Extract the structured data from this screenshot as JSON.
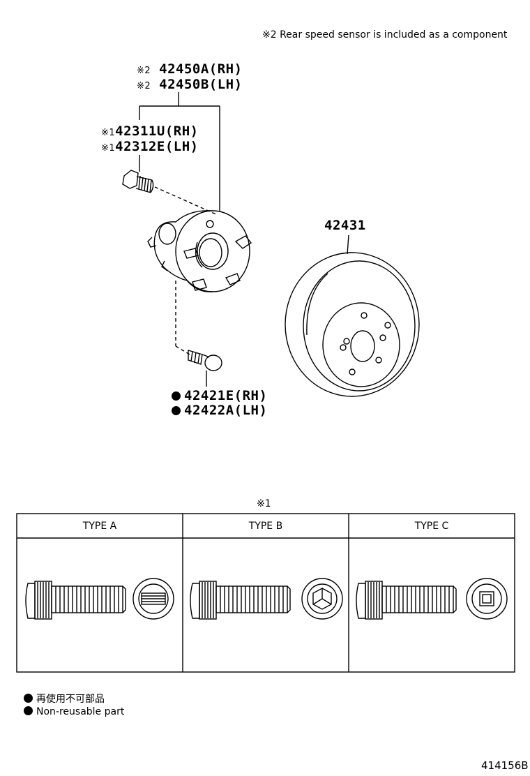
{
  "note": "※2 Rear speed sensor is included as a component",
  "hub_assembly": {
    "mark": "※2",
    "parts": [
      {
        "number": "42450A",
        "side": "(RH)"
      },
      {
        "number": "42450B",
        "side": "(LH)"
      }
    ]
  },
  "hub_bolt": {
    "mark": "※1",
    "parts": [
      {
        "number": "42311U",
        "side": "(RH)"
      },
      {
        "number": "42312E",
        "side": "(LH)"
      }
    ]
  },
  "disc": {
    "number": "42431"
  },
  "mounting_bolt": {
    "parts": [
      {
        "number": "42421E",
        "side": "(RH)"
      },
      {
        "number": "42422A",
        "side": "(LH)"
      }
    ]
  },
  "table": {
    "mark": "※1",
    "headers": [
      "TYPE A",
      "TYPE B",
      "TYPE C"
    ]
  },
  "legend": {
    "japanese": "再使用不可部品",
    "english": "Non-reusable part"
  },
  "figure_code": "414156B"
}
